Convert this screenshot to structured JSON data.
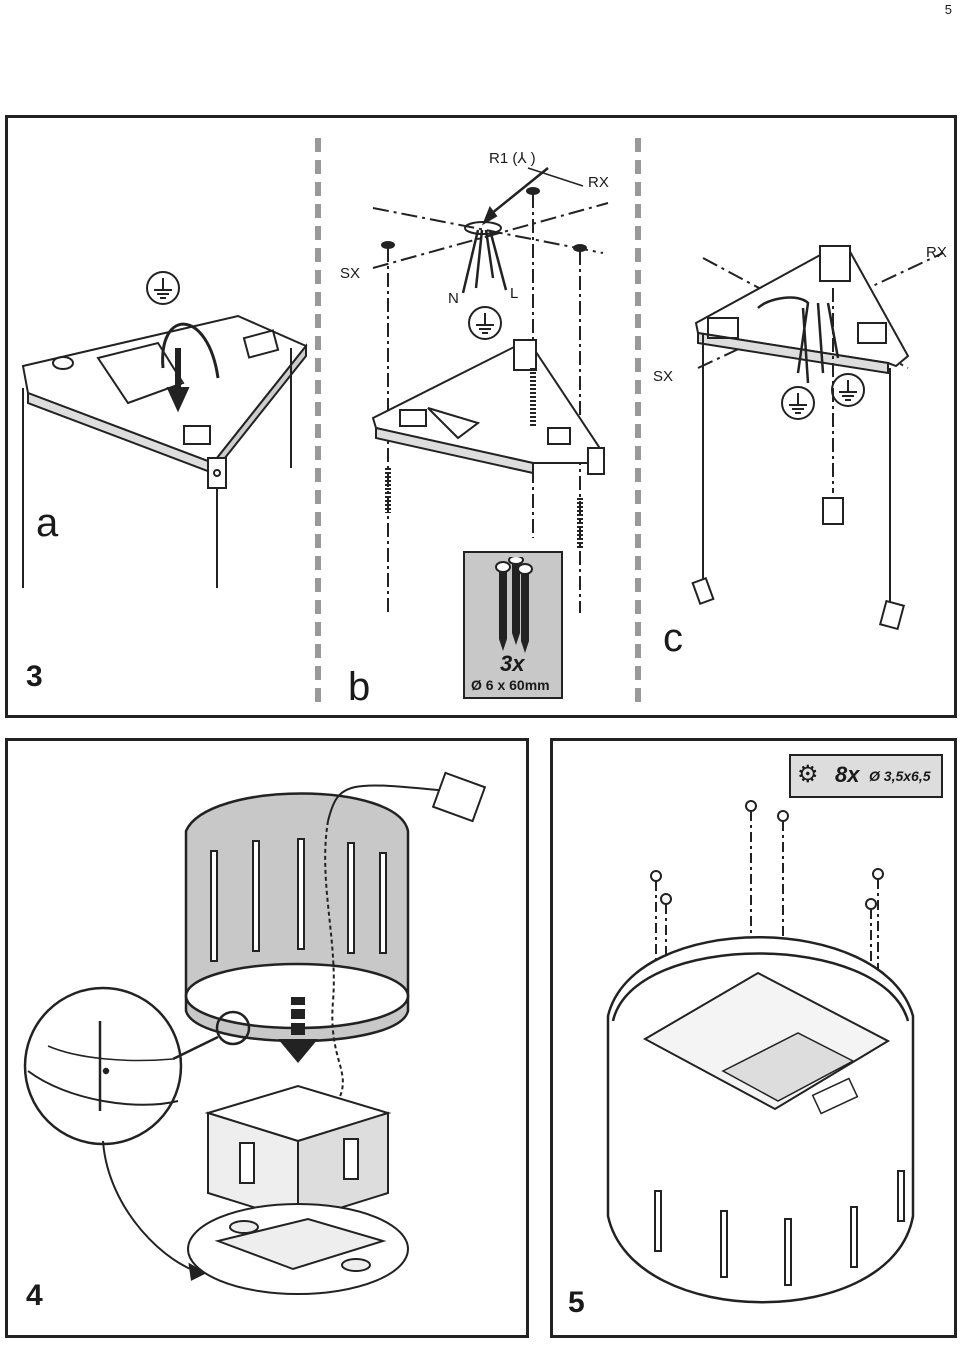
{
  "page_number": "5",
  "step3": {
    "number": "3",
    "panel_a": {
      "label": "a"
    },
    "panel_b": {
      "label": "b",
      "r1_prefix": "R1 (",
      "r1_suffix": " )",
      "sx": "SX",
      "rx": "RX",
      "n": "N",
      "l": "L",
      "hardware_count": "3x",
      "hardware_spec": "Ø 6 x 60mm"
    },
    "panel_c": {
      "label": "c",
      "rx": "RX",
      "sx": "SX"
    }
  },
  "step4": {
    "number": "4"
  },
  "step5": {
    "number": "5",
    "hardware_count": "8x",
    "hardware_spec": "Ø 3,5x6,5"
  },
  "icons": [
    "ground-symbol-icon",
    "down-arrow-icon",
    "screw-icon",
    "cable-clamp-icon"
  ]
}
